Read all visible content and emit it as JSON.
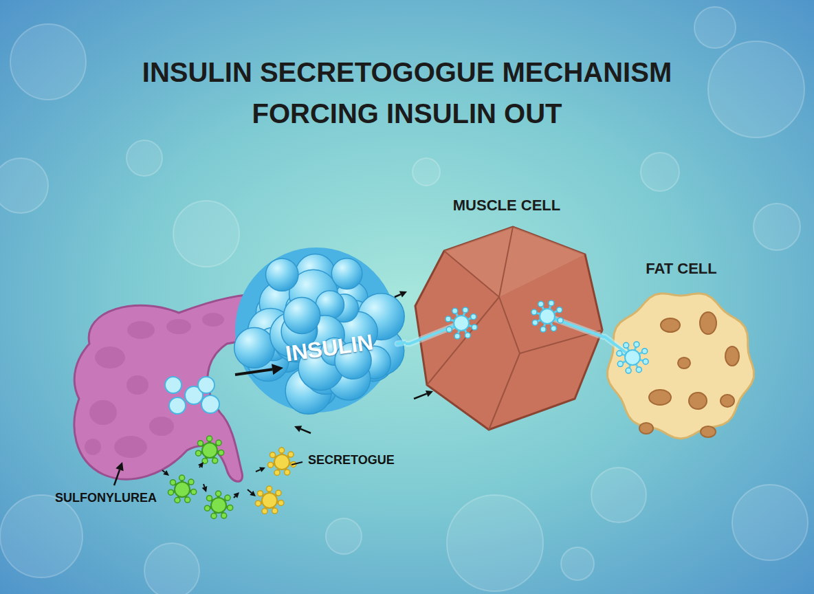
{
  "diagram": {
    "title": "INSULIN SECRETOGOGUE MECHANISM FORCING INSULIN OUT",
    "nodes": [
      {
        "text": [
          "INSULIN"
        ]
      },
      {
        "text": [
          "MUSCLE CELL"
        ]
      },
      {
        "text": [
          "FAT CELL"
        ]
      }
    ],
    "edges": [
      {
        "from": 0,
        "to": 1,
        "arrow": "none"
      },
      {
        "from": 1,
        "to": 2,
        "arrow": "none"
      }
    ],
    "labels": [
      "SULFONYLUREA",
      "SECRETOGUE"
    ]
  }
}
